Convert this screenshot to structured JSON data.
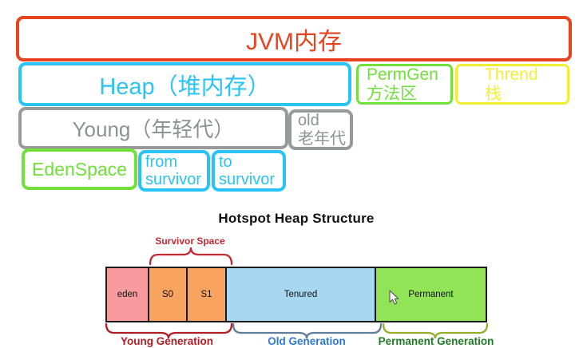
{
  "palette": {
    "red": "#e8431f",
    "cyan": "#29c4f5",
    "green": "#71e03b",
    "yellow": "#f0ee33",
    "gray": "#97999b",
    "eden_fill": "#f79b9e",
    "survivor_fill": "#f8a35f",
    "tenured_fill": "#a8d7f0",
    "permanent_fill": "#90e456",
    "survivor_label_color": "#c42833",
    "young_label_color": "#b01e25",
    "old_label_color": "#2e79d8",
    "permanent_label_color": "#1f7a24"
  },
  "memory_map": {
    "jvm": "JVM内存",
    "heap": "Heap（堆内存）",
    "permgen": {
      "line1": "PermGen",
      "line2": "方法区"
    },
    "thread": {
      "line1": "Thrend",
      "line2": "栈"
    },
    "young": "Young（年轻代）",
    "old": {
      "line1": "old",
      "line2": "老年代"
    },
    "eden": "EdenSpace",
    "from_survivor": {
      "line1": "from",
      "line2": "survivor"
    },
    "to_survivor": {
      "line1": "to",
      "line2": "survivor"
    }
  },
  "hotspot": {
    "title": "Hotspot Heap Structure",
    "survivor_space_label": "Survivor Space",
    "segments": [
      {
        "label": "eden"
      },
      {
        "label": "S0"
      },
      {
        "label": "S1"
      },
      {
        "label": "Tenured"
      },
      {
        "label": "Permanent"
      }
    ],
    "generations": [
      {
        "label": "Young Generation"
      },
      {
        "label": "Old Generation"
      },
      {
        "label": "Permanent Generation"
      }
    ]
  }
}
